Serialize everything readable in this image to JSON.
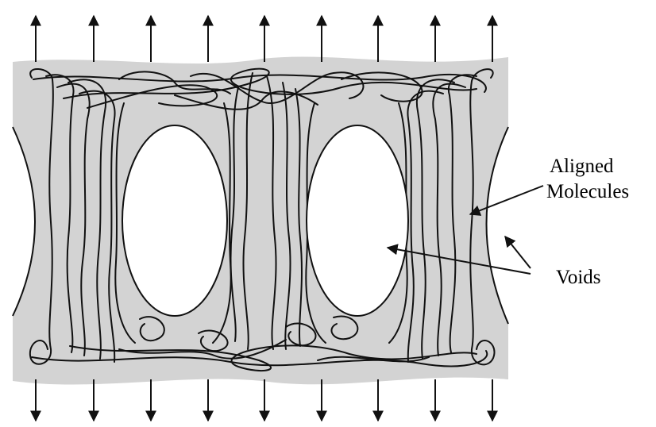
{
  "labels": {
    "aligned_line1": "Aligned",
    "aligned_line2": "Molecules",
    "voids": "Voids"
  },
  "colors": {
    "matrix": "#d3d3d3",
    "line": "#111111",
    "void": "#ffffff"
  }
}
